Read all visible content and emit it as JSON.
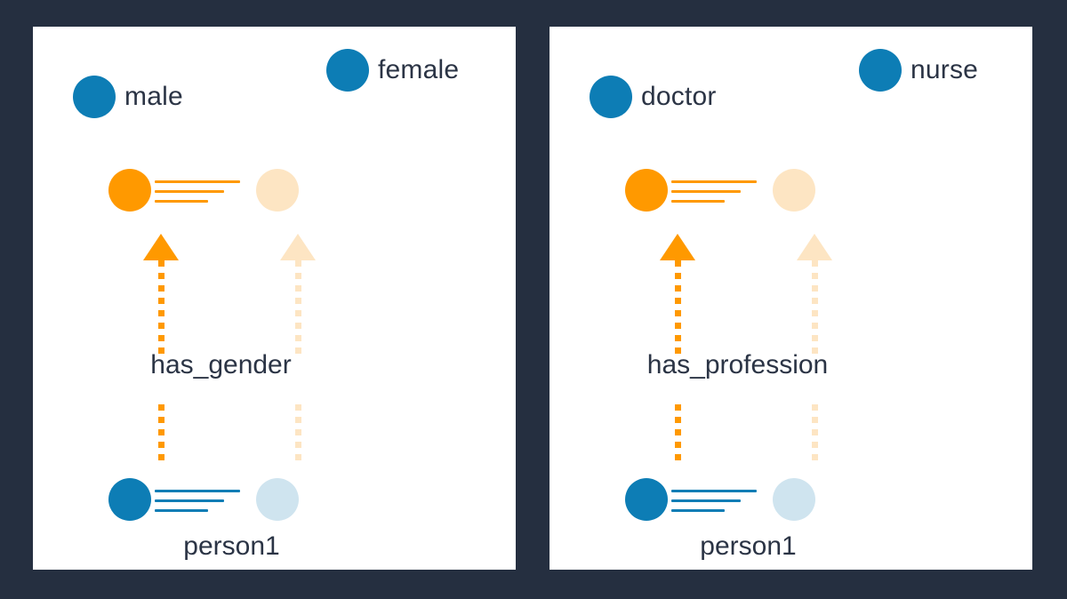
{
  "background_color": "#252f40",
  "palette": {
    "legend_blue": "#0d7db5",
    "node_orange": "#ff9900",
    "node_orange_pale": "#fde5c3",
    "node_blue": "#0d7db5",
    "node_blue_pale": "#cfe4ef",
    "text": "#2b3445",
    "panel_background": "#ffffff"
  },
  "panels": [
    {
      "id": "gender-panel",
      "legend": [
        {
          "label": "male",
          "color": "#0d7db5",
          "icon": "circle-icon"
        },
        {
          "label": "female",
          "color": "#0d7db5",
          "icon": "circle-icon"
        }
      ],
      "class_node": {
        "icon": "entity-node-icon",
        "main_color": "#ff9900",
        "pale_color": "#fde5c3"
      },
      "relation_label": "has_gender",
      "instance_node": {
        "icon": "entity-node-icon",
        "main_color": "#0d7db5",
        "pale_color": "#cfe4ef"
      },
      "instance_label": "person1",
      "edges": [
        {
          "style": "dotted-arrow-up",
          "emphasis": "strong",
          "color": "#ff9900"
        },
        {
          "style": "dotted-arrow-up",
          "emphasis": "faint",
          "color": "#fde5c3"
        }
      ]
    },
    {
      "id": "profession-panel",
      "legend": [
        {
          "label": "doctor",
          "color": "#0d7db5",
          "icon": "circle-icon"
        },
        {
          "label": "nurse",
          "color": "#0d7db5",
          "icon": "circle-icon"
        }
      ],
      "class_node": {
        "icon": "entity-node-icon",
        "main_color": "#ff9900",
        "pale_color": "#fde5c3"
      },
      "relation_label": "has_profession",
      "instance_node": {
        "icon": "entity-node-icon",
        "main_color": "#0d7db5",
        "pale_color": "#cfe4ef"
      },
      "instance_label": "person1",
      "edges": [
        {
          "style": "dotted-arrow-up",
          "emphasis": "strong",
          "color": "#ff9900"
        },
        {
          "style": "dotted-arrow-up",
          "emphasis": "faint",
          "color": "#fde5c3"
        }
      ]
    }
  ]
}
